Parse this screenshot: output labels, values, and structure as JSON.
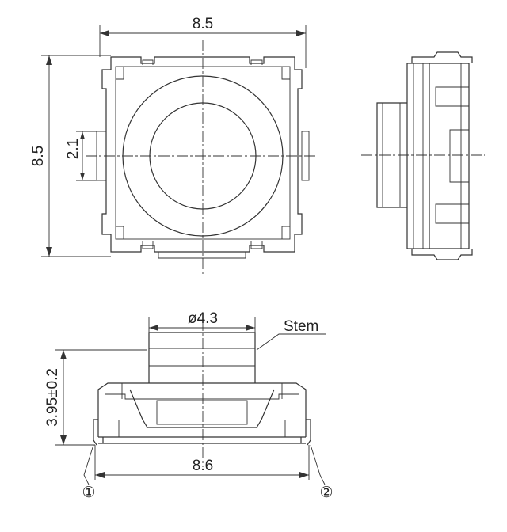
{
  "top_view": {
    "width_label": "8.5",
    "height_label": "8.5",
    "tab_label": "2.1"
  },
  "front_view": {
    "stem_diameter_label": "ø4.3",
    "stem_label": "Stem",
    "height_label": "3.95±0.2",
    "width_label": "8.6",
    "terminal_1": "①",
    "terminal_2": "②"
  }
}
